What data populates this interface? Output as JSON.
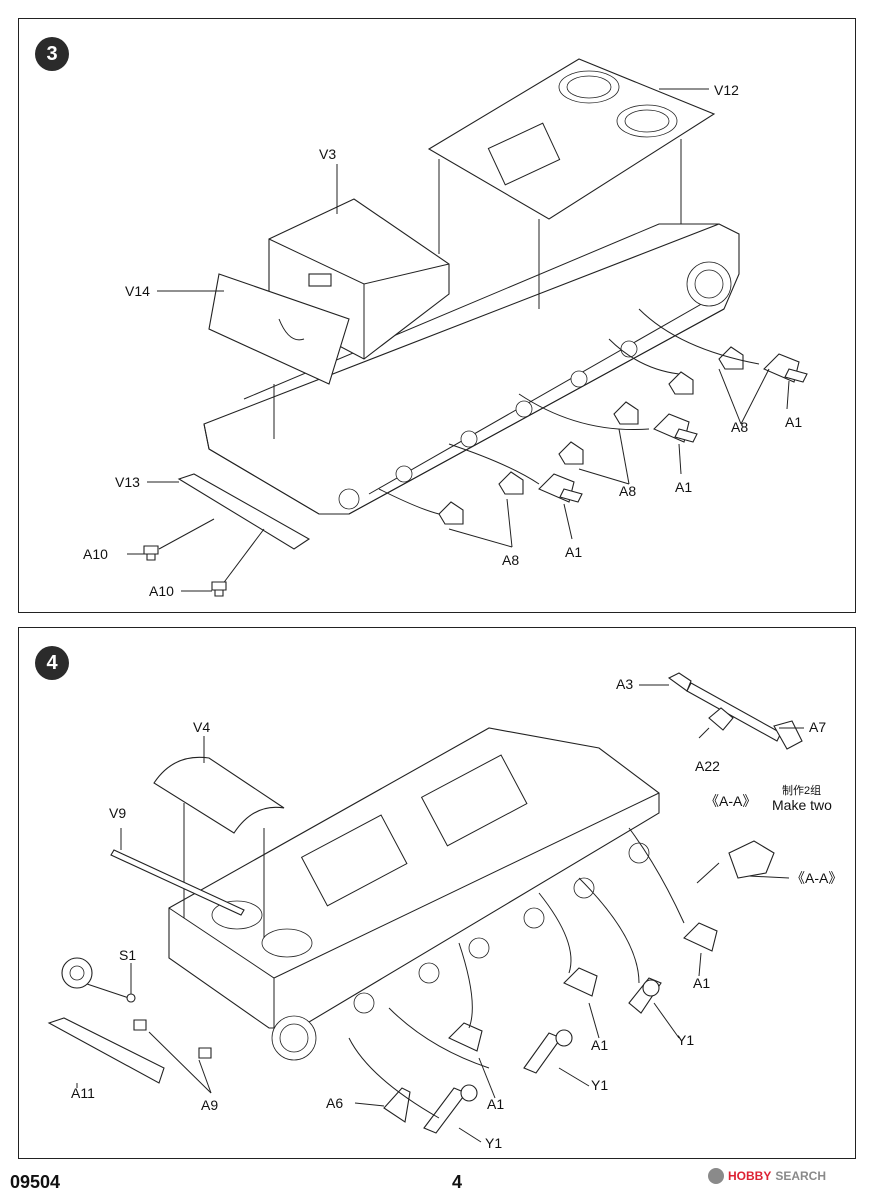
{
  "page": {
    "code": "09504",
    "number": "4"
  },
  "watermark": {
    "brand": "HOBBY",
    "rest": "SEARCH"
  },
  "step3": {
    "number": "3",
    "labels": {
      "v3": "V3",
      "v12": "V12",
      "v14": "V14",
      "v13": "V13",
      "a10a": "A10",
      "a10b": "A10",
      "a1a": "A1",
      "a1b": "A1",
      "a1c": "A1",
      "a8a": "A8",
      "a8b": "A8",
      "a8c": "A8"
    }
  },
  "step4": {
    "number": "4",
    "labels": {
      "a3": "A3",
      "a7": "A7",
      "a22": "A22",
      "aa_left": "《A-A》",
      "aa_note_cn": "制作2组",
      "aa_note_en": "Make two",
      "aa_right": "《A-A》",
      "v4": "V4",
      "v9": "V9",
      "s1": "S1",
      "a11": "A11",
      "a9": "A9",
      "a6": "A6",
      "a1a": "A1",
      "a1b": "A1",
      "a1c": "A1",
      "y1a": "Y1",
      "y1b": "Y1",
      "y1c": "Y1"
    }
  }
}
